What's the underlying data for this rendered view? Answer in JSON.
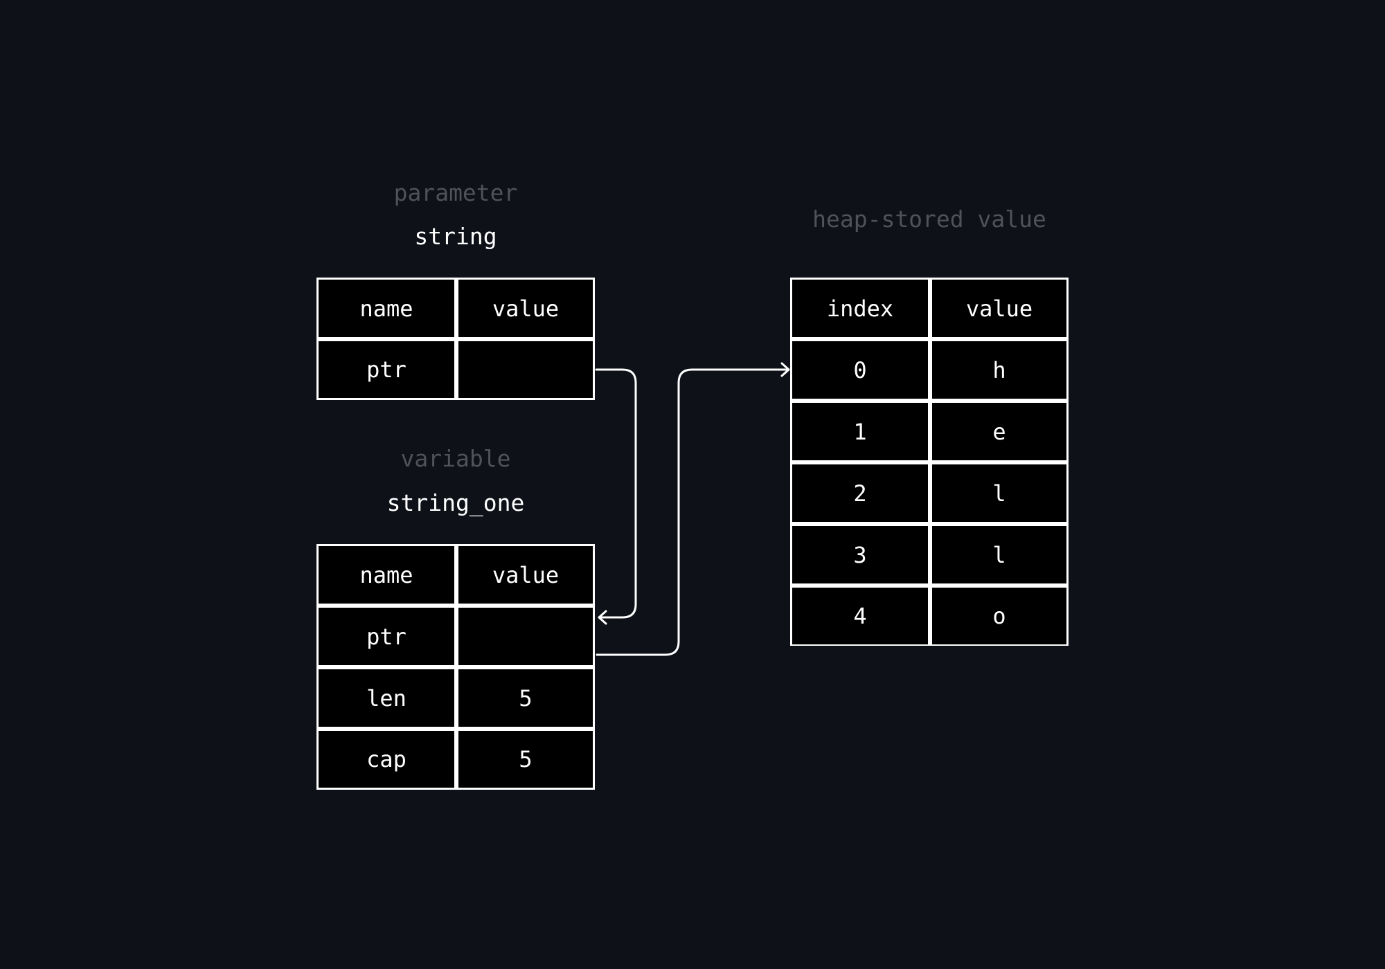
{
  "parameter": {
    "kind": "parameter",
    "name": "string",
    "headers": [
      "name",
      "value"
    ],
    "rows": [
      {
        "name": "ptr",
        "value": ""
      }
    ]
  },
  "variable": {
    "kind": "variable",
    "name": "string_one",
    "headers": [
      "name",
      "value"
    ],
    "rows": [
      {
        "name": "ptr",
        "value": ""
      },
      {
        "name": "len",
        "value": "5"
      },
      {
        "name": "cap",
        "value": "5"
      }
    ]
  },
  "heap": {
    "kind": "heap-stored value",
    "headers": [
      "index",
      "value"
    ],
    "rows": [
      {
        "index": "0",
        "value": "h"
      },
      {
        "index": "1",
        "value": "e"
      },
      {
        "index": "2",
        "value": "l"
      },
      {
        "index": "3",
        "value": "l"
      },
      {
        "index": "4",
        "value": "o"
      }
    ]
  },
  "colors": {
    "background": "#0e1118",
    "line": "#ffffff",
    "cell": "#000000",
    "muted_label": "#4f5257"
  }
}
